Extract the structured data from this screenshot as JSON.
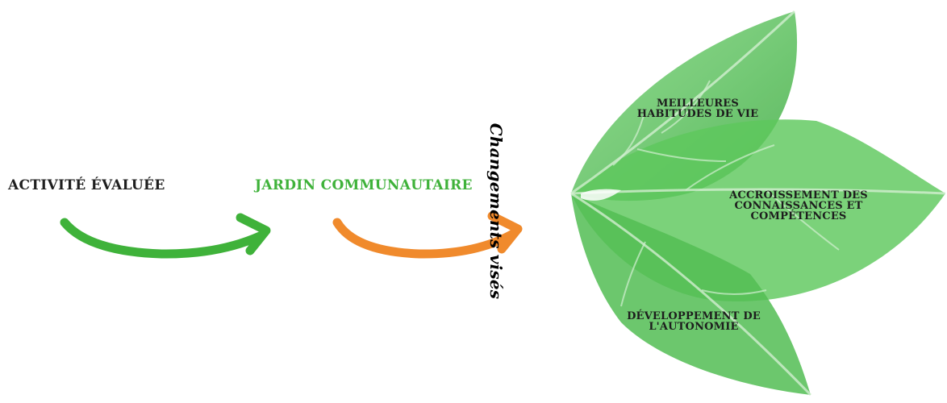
{
  "left_labels": {
    "activity": "ACTIVITÉ ÉVALUÉE",
    "garden": "JARDIN COMMUNAUTAIRE"
  },
  "center_label": "Changements visés",
  "leaves": [
    {
      "line1": "MEILLEURES",
      "line2": "HABITUDES DE VIE"
    },
    {
      "line1": "ACCROISSEMENT DES",
      "line2": "CONNAISSANCES ET",
      "line3": "COMPÉTENCES"
    },
    {
      "line1": "DÉVELOPPEMENT DE",
      "line2": "L'AUTONOMIE"
    }
  ],
  "colors": {
    "activity_text": "#1f1f1f",
    "garden_text": "#3fb23a",
    "arrow_green": "#3fb23a",
    "arrow_orange": "#f08a2c",
    "leaf_fill": "#4cbf4b",
    "leaf_light": "#7bd67a",
    "vein": "#cfeecd"
  }
}
